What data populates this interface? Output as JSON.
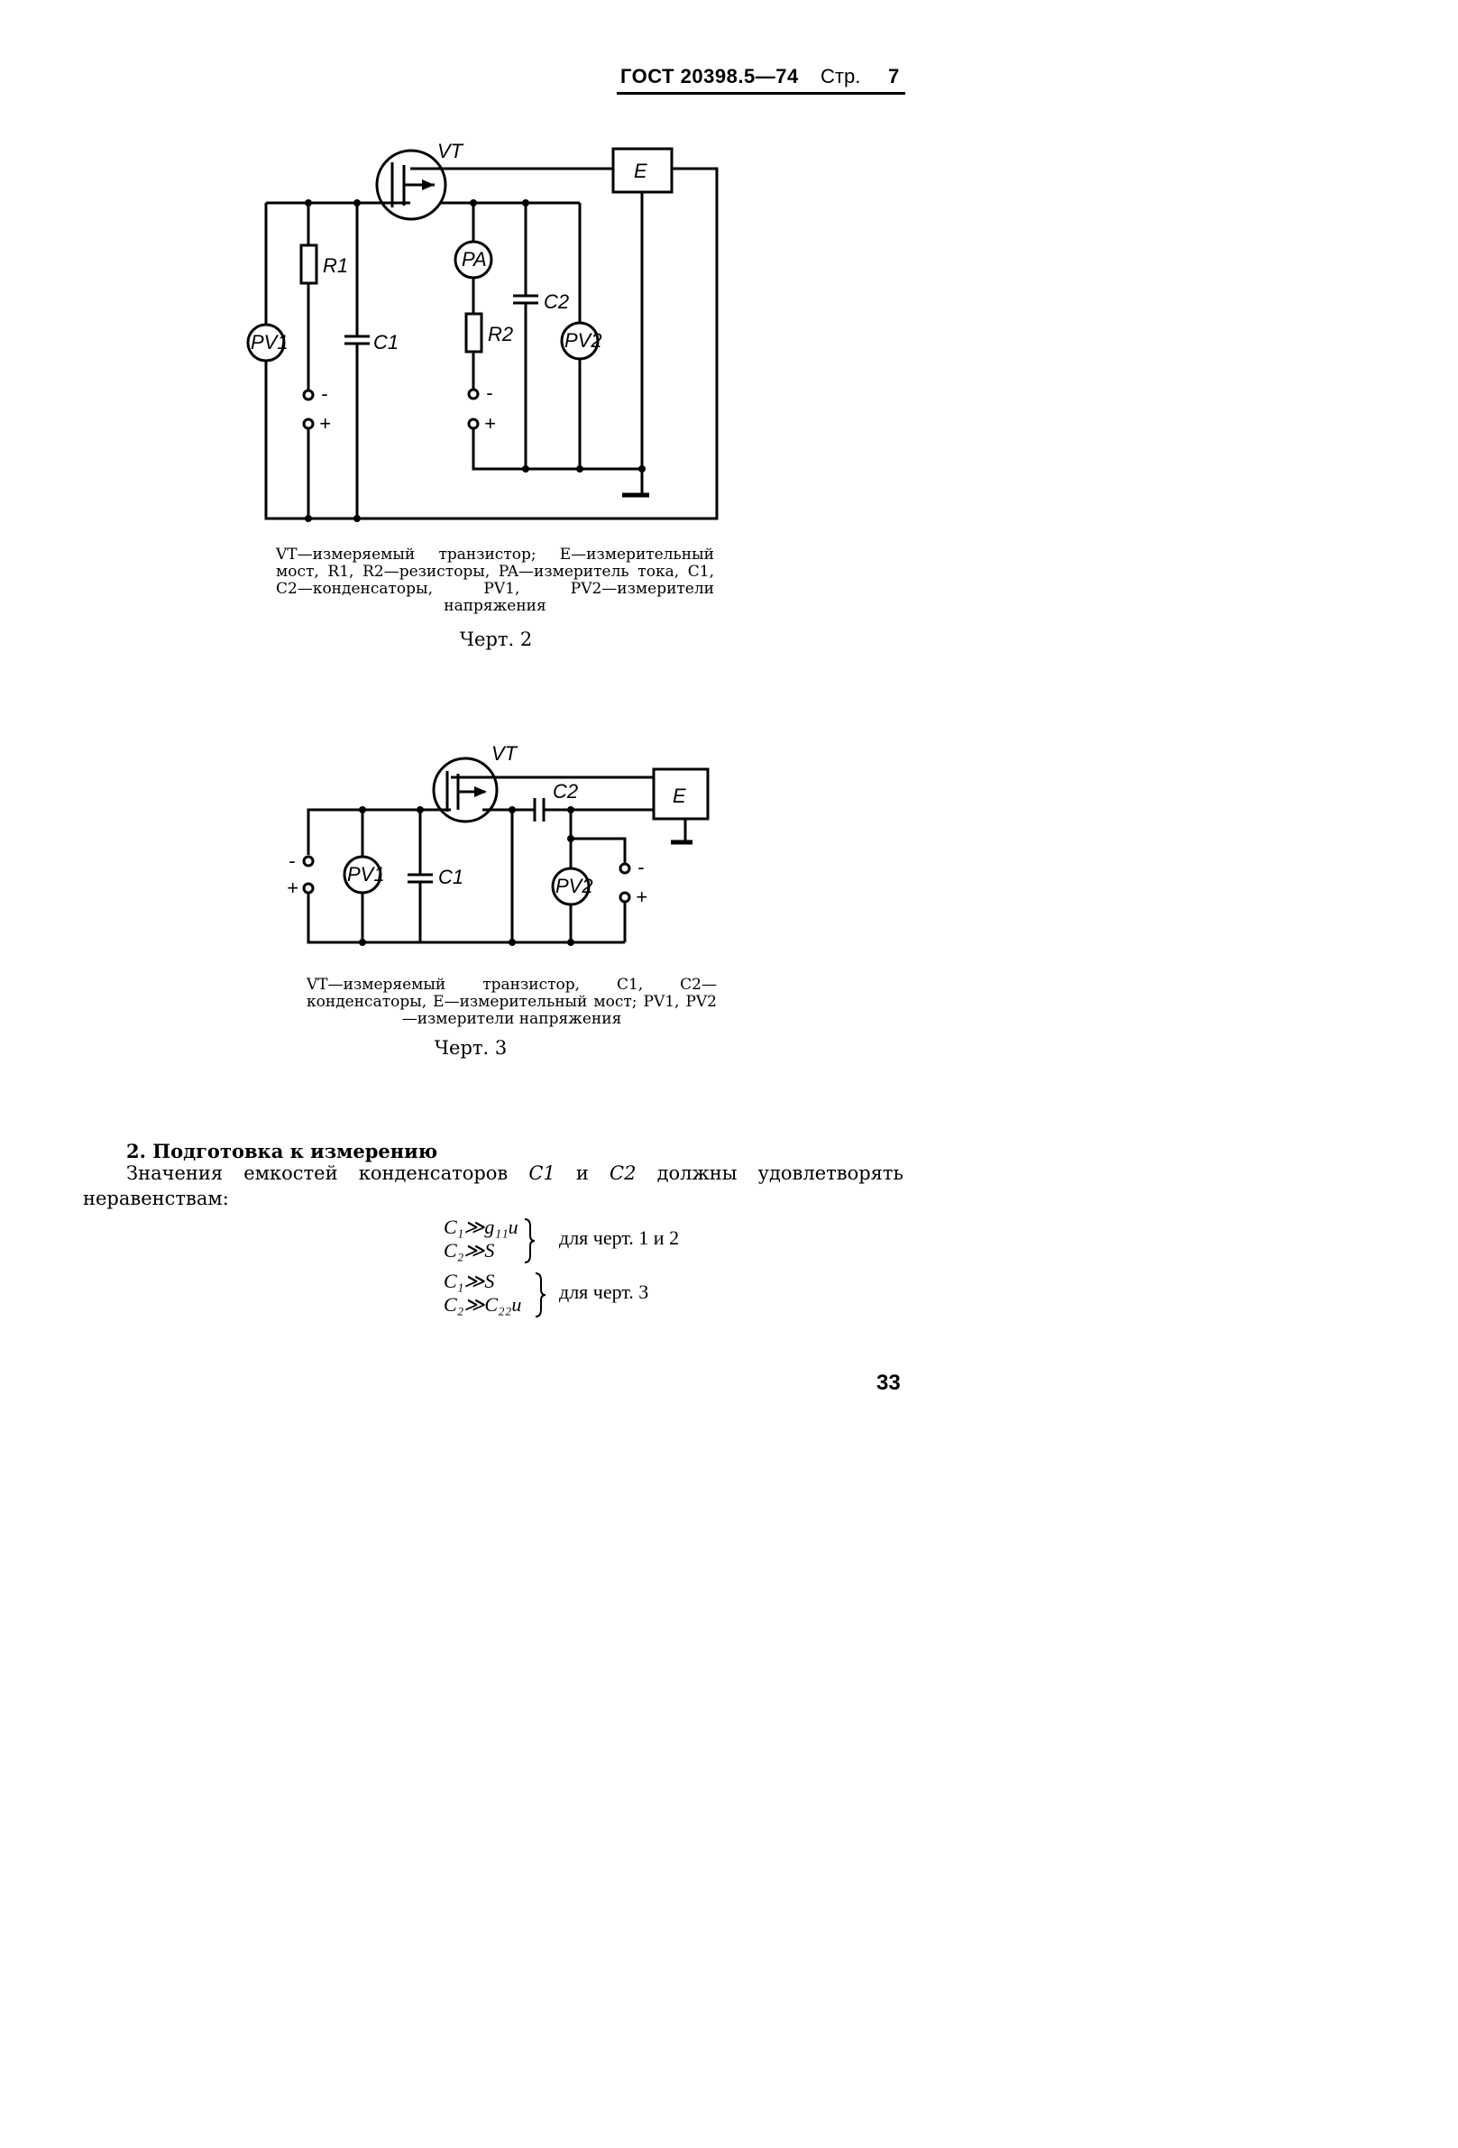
{
  "header": {
    "standard": "ГОСТ 20398.5—74",
    "page_label": "Стр.",
    "page_number": "7"
  },
  "figure2": {
    "labels": {
      "vt": "VT",
      "e": "E",
      "r1": "R1",
      "r2": "R2",
      "c1": "C1",
      "c2": "C2",
      "pa": "PA",
      "pv1": "PV1",
      "pv2": "PV2",
      "minus": "-",
      "plus": "+"
    },
    "caption": "VT—измеряемый транзистор; E—измерительный мост, R1, R2—резисторы, PA—измеритель тока, C1, C2—конденсаторы, PV1, PV2—измерители напряжения",
    "label": "Черт. 2"
  },
  "figure3": {
    "labels": {
      "vt": "VT",
      "e": "E",
      "c1": "C1",
      "c2": "C2",
      "pv1": "PV1",
      "pv2": "PV2",
      "minus": "-",
      "plus": "+"
    },
    "caption": "VT—измеряемый транзистор, C1, C2—конденсаторы, E—измерительный мост; PV1, PV2—измерители напряжения",
    "label": "Черт. 3"
  },
  "section": {
    "title": "2. Подготовка к измерению",
    "text_before": "Значения емкостей конденсаторов",
    "c1": "C1",
    "and": "и",
    "c2": "C2",
    "text_after": "должны удовлетворять неравенствам:"
  },
  "formulas": [
    {
      "line1": "C₁≫g₁₁и",
      "line2": "C₂≫S",
      "note": "для черт. 1 и 2"
    },
    {
      "line1": "C₁≫S",
      "line2": "C₂≫C₂₂и",
      "note": "для черт. 3"
    }
  ],
  "page_footer_number": "33"
}
